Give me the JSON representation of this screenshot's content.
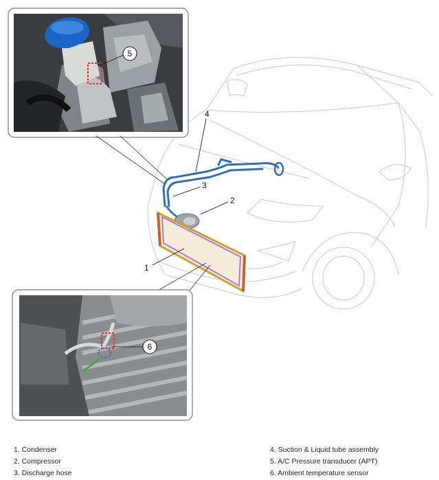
{
  "callouts": {
    "c1": "1",
    "c2": "2",
    "c3": "3",
    "c4": "4",
    "c5": "5",
    "c6": "6"
  },
  "legend": {
    "left": [
      "1. Condenser",
      "2. Compressor",
      "3. Discharge hose"
    ],
    "right": [
      "4. Suction & Liquid tube assembly",
      "5. A/C Pressure transducer (APT)",
      "6. Ambient temperature sensor"
    ]
  },
  "colors": {
    "tube": "#2f6fb5",
    "condenser_frame": "#c9a23a",
    "condenser_core": "#b07ac9",
    "condenser_side": "#c4632a",
    "reservoir_cap": "#1a66c8",
    "sensor_highlight": "#e03030"
  }
}
